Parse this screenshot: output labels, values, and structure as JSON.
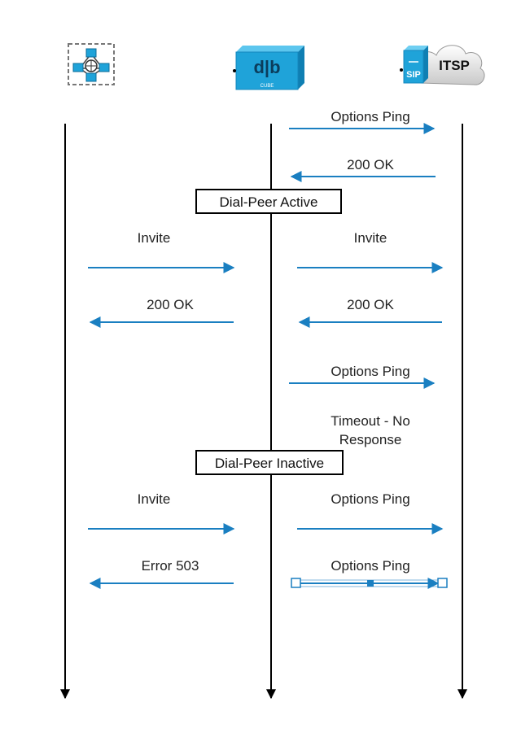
{
  "colors": {
    "message_arrow": "#1a7fc1",
    "lifeline": "#000000",
    "device_blue": "#1fa3d9"
  },
  "icons": {
    "endpoint": "network-hub-icon",
    "cube": "router-cube-icon",
    "itsp": "sip-cloud-icon"
  },
  "devices": {
    "cube_label": "CUBE",
    "sip_label": "SIP",
    "itsp_label": "ITSP"
  },
  "states": {
    "active": "Dial-Peer Active",
    "inactive": "Dial-Peer Inactive"
  },
  "messages": {
    "options_ping_1": "Options Ping",
    "ok_1": "200 OK",
    "invite_left_1": "Invite",
    "invite_right_1": "Invite",
    "ok_left_2": "200 OK",
    "ok_right_2": "200 OK",
    "options_ping_2": "Options Ping",
    "timeout_line1": "Timeout - No",
    "timeout_line2": "Response",
    "invite_left_3": "Invite",
    "options_ping_3": "Options Ping",
    "error_503": "Error 503",
    "options_ping_4": "Options Ping"
  }
}
